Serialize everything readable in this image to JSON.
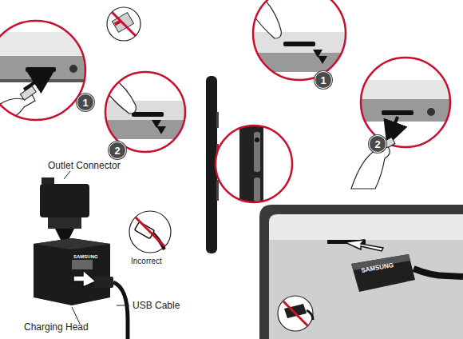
{
  "diagram": {
    "nodes": [
      {
        "text": [
          "1"
        ]
      },
      {
        "text": [
          "2"
        ]
      },
      {
        "text": [
          "1"
        ]
      },
      {
        "text": [
          "2"
        ]
      }
    ],
    "labels": [
      "Outlet Connector",
      "Incorrect",
      "USB Cable",
      "Charging Head",
      "SAMSUNG",
      "SAMSUNG"
    ]
  }
}
